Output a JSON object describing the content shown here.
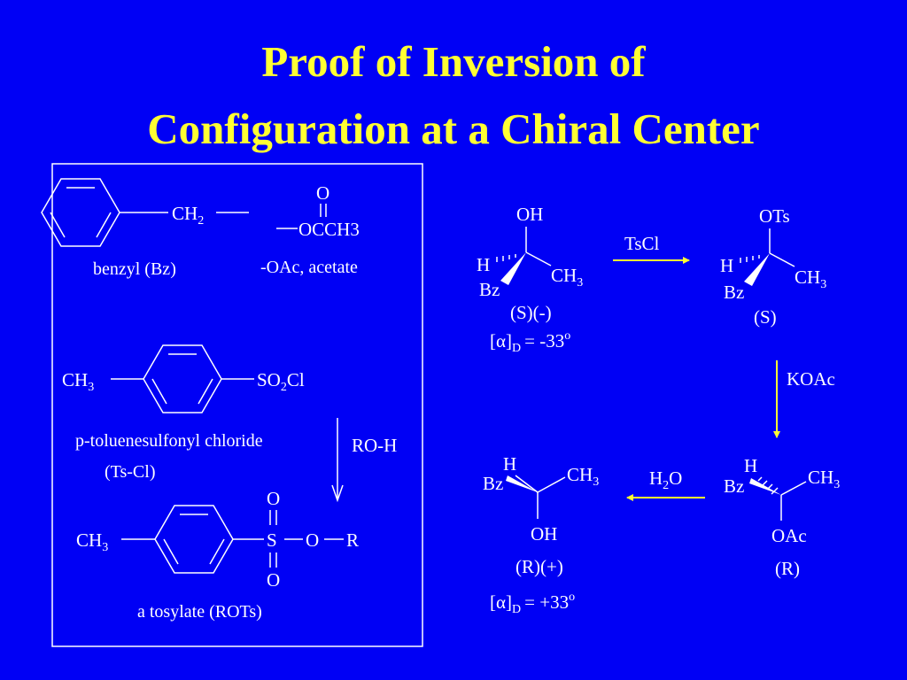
{
  "slide": {
    "title_line1": "Proof of Inversion of",
    "title_line2": "Configuration at a Chiral Center"
  },
  "legend": {
    "benzyl": {
      "group": "CH",
      "sub": "2",
      "caption": "benzyl (Bz)"
    },
    "acetate": {
      "carbonyl_o": "O",
      "formula": "OCCH3",
      "caption": "-OAc, acetate"
    },
    "tscl": {
      "left": "CH",
      "left_sub": "3",
      "right_a": "SO",
      "right_sub": "2",
      "right_b": "Cl",
      "caption": "p-toluenesulfonyl chloride",
      "abbr": "(Ts-Cl)"
    },
    "reagent": "RO-H",
    "tosylate": {
      "left": "CH",
      "left_sub": "3",
      "s": "S",
      "o_top": "O",
      "o_bottom": "O",
      "o_ester": "O",
      "r": "R",
      "caption": "a tosylate (ROTs)"
    }
  },
  "scheme": {
    "alcohol_s": {
      "top": "OH",
      "h": "H",
      "bz": "Bz",
      "ch": "CH",
      "ch_sub": "3",
      "config": "(S)(-)",
      "alpha": "α",
      "d": "D",
      "rotation": "= -33",
      "deg": "o"
    },
    "tosylate_s": {
      "top": "OTs",
      "h": "H",
      "bz": "Bz",
      "ch": "CH",
      "ch_sub": "3",
      "config": "(S)"
    },
    "acetate_r": {
      "h": "H",
      "bz": "Bz",
      "ch": "CH",
      "ch_sub": "3",
      "bottom": "OAc",
      "config": "(R)"
    },
    "alcohol_r": {
      "h": "H",
      "bz": "Bz",
      "ch": "CH",
      "ch_sub": "3",
      "bottom": "OH",
      "config": "(R)(+)",
      "alpha": "α",
      "d": "D",
      "rotation": "= +33",
      "deg": "o"
    },
    "arrows": {
      "step1": "TsCl",
      "step2": "KOAc",
      "step3_a": "H",
      "step3_sub": "2",
      "step3_b": "O"
    }
  },
  "colors": {
    "background": "#0000f5",
    "title": "#ffff33",
    "text": "#ffffff",
    "arrow": "#ffff33"
  }
}
